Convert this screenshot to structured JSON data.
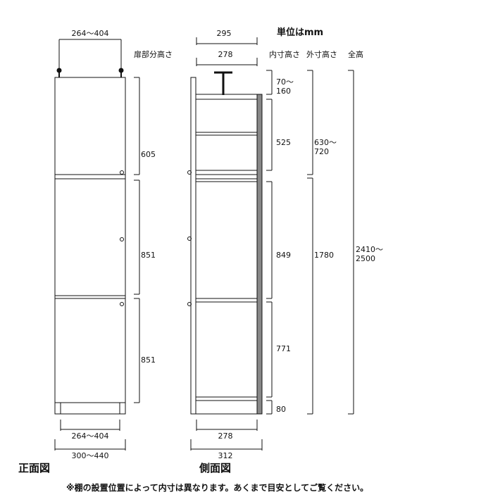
{
  "unit_label": "単位はmm",
  "column_headers": {
    "door_height": "扉部分高さ",
    "inner_height": "内寸高さ",
    "outer_height": "外寸高さ",
    "total_height": "全高"
  },
  "front_view": {
    "title": "正面図",
    "top_width": "264～404",
    "bottom_inner_width": "264～404",
    "bottom_outer_width": "300～440",
    "door_heights": [
      "605",
      "851",
      "851"
    ]
  },
  "side_view": {
    "title": "側面図",
    "top_outer_depth": "295",
    "top_inner_depth": "278",
    "bottom_inner_depth": "278",
    "bottom_outer_depth": "312",
    "inner_heights": {
      "adjuster": "70～\n160",
      "upper": "525",
      "middle": "849",
      "lower": "771",
      "base": "80"
    },
    "outer_heights": {
      "upper": "630～\n720",
      "lower": "1780"
    },
    "total_height": "2410～\n2500"
  },
  "footnote": "※棚の設置位置によって内寸は異なります。あくまで目安としてご覧ください。"
}
